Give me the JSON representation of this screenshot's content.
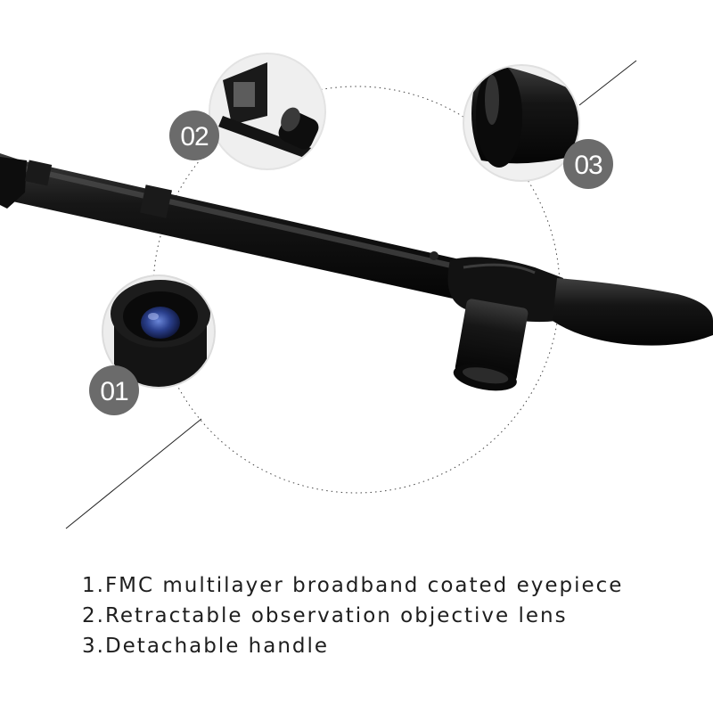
{
  "callouts": [
    {
      "label": "01"
    },
    {
      "label": "02"
    },
    {
      "label": "03"
    }
  ],
  "features": [
    {
      "text": "1.FMC multilayer broadband coated eyepiece"
    },
    {
      "text": "2.Retractable observation objective lens"
    },
    {
      "text": "3.Detachable handle"
    }
  ],
  "colors": {
    "badge": "#6b6b6b",
    "body": "#111111",
    "text": "#1e1e1e",
    "lens": "#2a3f8c"
  }
}
